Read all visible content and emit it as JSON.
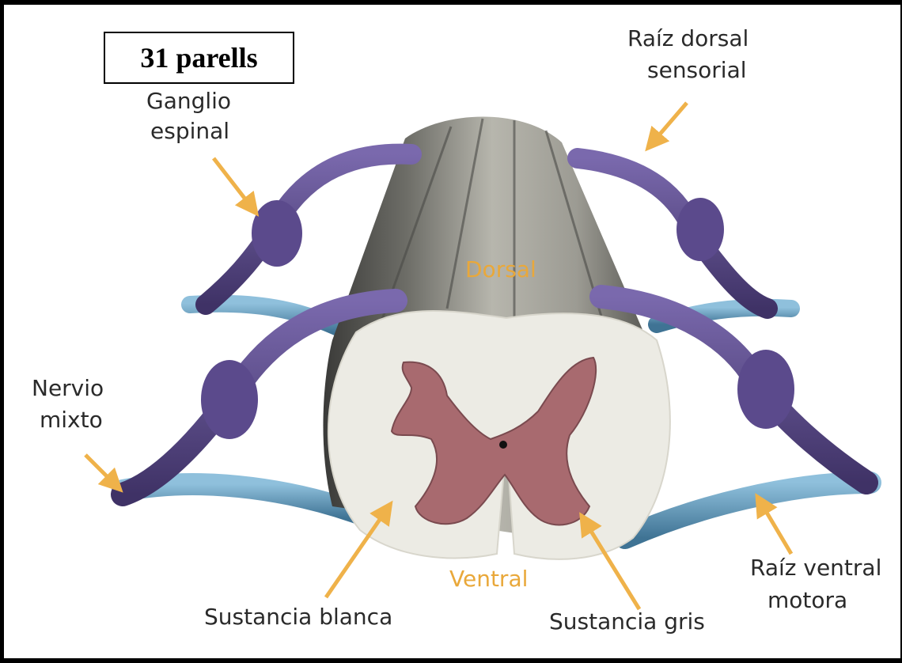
{
  "title_box": "31 parells",
  "labels": {
    "ganglio_1": "Ganglio",
    "ganglio_2": "espinal",
    "raiz_dorsal_1": "Raíz dorsal",
    "raiz_dorsal_2": "sensorial",
    "dorsal": "Dorsal",
    "nervio_1": "Nervio",
    "nervio_2": "mixto",
    "ventral": "Ventral",
    "sustancia_blanca": "Sustancia blanca",
    "sustancia_gris": "Sustancia gris",
    "raiz_ventral_1": "Raíz ventral",
    "raiz_ventral_2": "motora"
  },
  "colors": {
    "arrow": "#efb24a",
    "dorsal_root": "#5b4a8c",
    "ventral_root": "#5f93b4",
    "white_matter": "#ecebe4",
    "gray_matter": "#a86a6f",
    "cord_side": "#8a8a84"
  }
}
